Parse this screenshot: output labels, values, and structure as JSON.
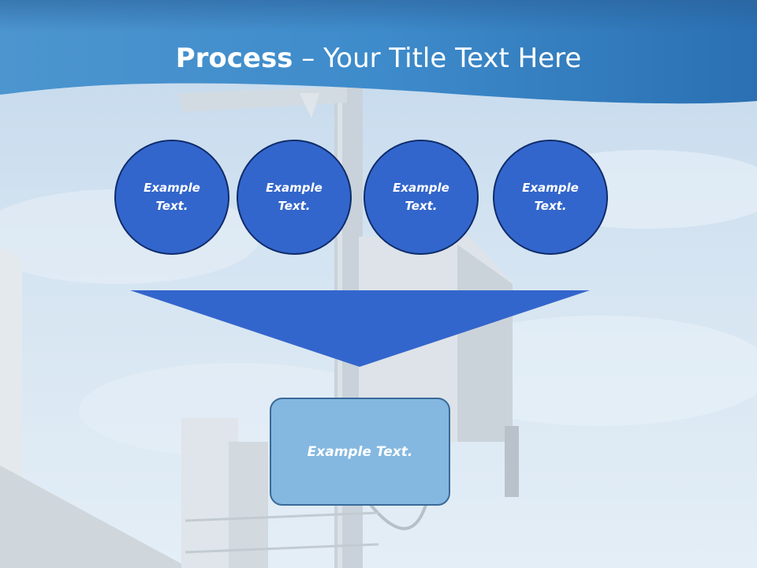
{
  "title": {
    "bold": "Process",
    "rest": " – Your Title Text Here"
  },
  "steps": [
    {
      "label": "Example Text."
    },
    {
      "label": "Example Text."
    },
    {
      "label": "Example Text."
    },
    {
      "label": "Example Text."
    }
  ],
  "result": {
    "label": "Example Text."
  },
  "colors": {
    "header_blue": "#2f7fc3",
    "circle_fill": "#3366cc",
    "circle_border": "#0f2c6b",
    "funnel_fill": "#3366cc",
    "result_fill": "#84b8e0"
  }
}
